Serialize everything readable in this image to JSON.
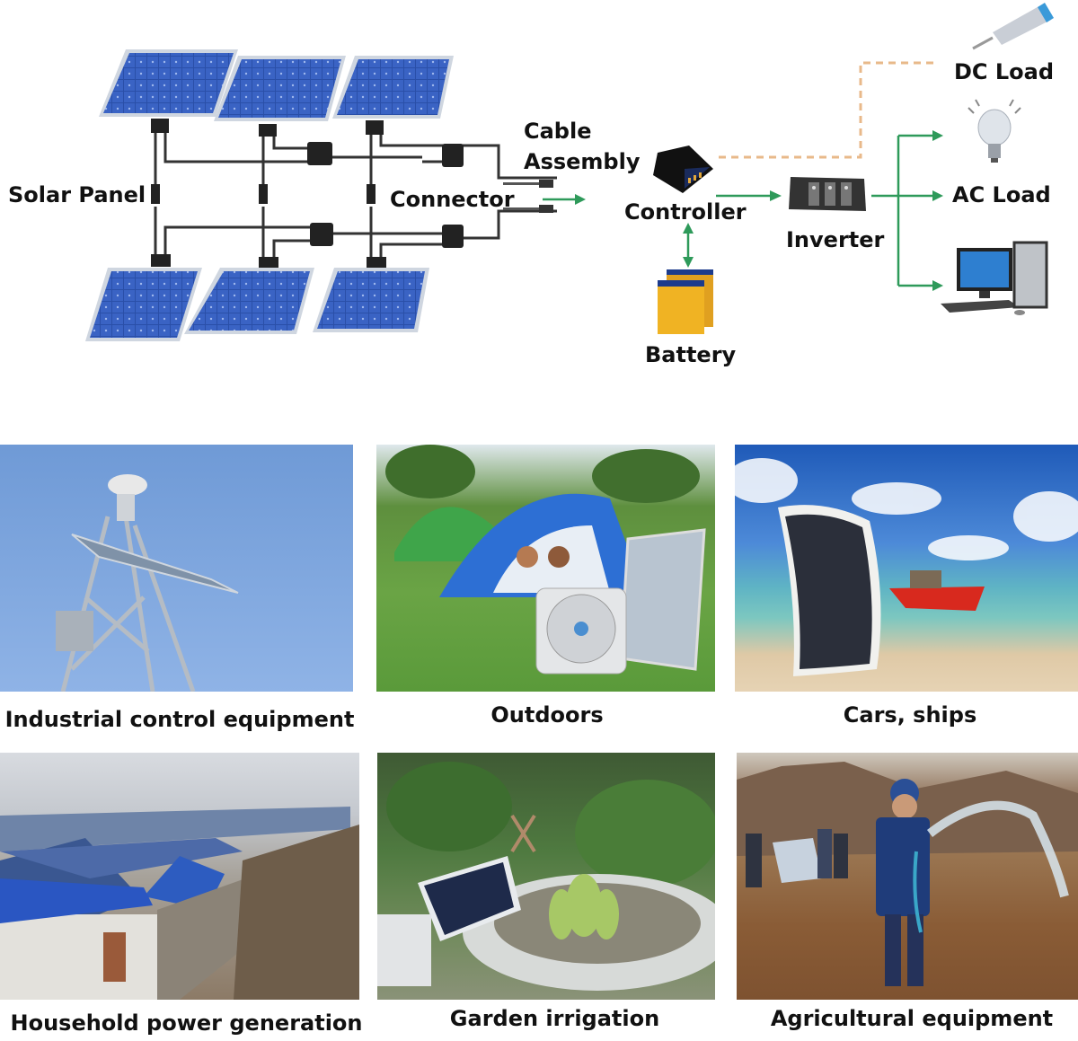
{
  "diagram": {
    "labels": {
      "solar_panel": "Solar Panel",
      "connector": "Connector",
      "cable_assembly_line1": "Cable",
      "cable_assembly_line2": "Assembly",
      "controller": "Controller",
      "battery": "Battery",
      "inverter": "Inverter",
      "dc_load": "DC Load",
      "ac_load": "AC Load"
    },
    "colors": {
      "flow_arrow": "#2e9a5a",
      "dc_dashed": "#e8b98a",
      "panel_blue": "#2a4fa8",
      "panel_frame": "#cfd6e0",
      "cable": "#333333",
      "battery_yellow": "#f0b323"
    },
    "components": [
      "solar-panel-array",
      "cable-assembly",
      "controller",
      "battery",
      "inverter",
      "dc-load-lamp",
      "ac-load-bulb",
      "ac-load-computer"
    ]
  },
  "applications": [
    {
      "caption": "Industrial control equipment"
    },
    {
      "caption": "Outdoors"
    },
    {
      "caption": "Cars, ships"
    },
    {
      "caption": "Household power generation"
    },
    {
      "caption": "Garden irrigation"
    },
    {
      "caption": "Agricultural equipment"
    }
  ]
}
